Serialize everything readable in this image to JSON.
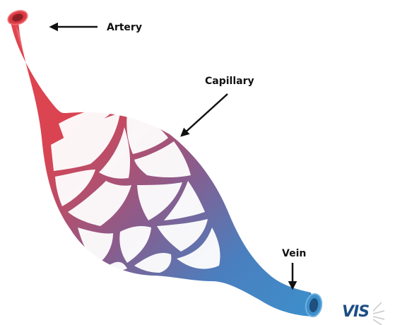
{
  "labels": {
    "artery": "Artery",
    "capillary": "Capillary",
    "vein": "Vein"
  },
  "logo": {
    "text": "VIS"
  },
  "colors": {
    "artery": "#e2434d",
    "vein": "#3d8fcb",
    "mixed": "#8a5c8c",
    "arrow": "#111111",
    "logo": "#1d4e86"
  }
}
